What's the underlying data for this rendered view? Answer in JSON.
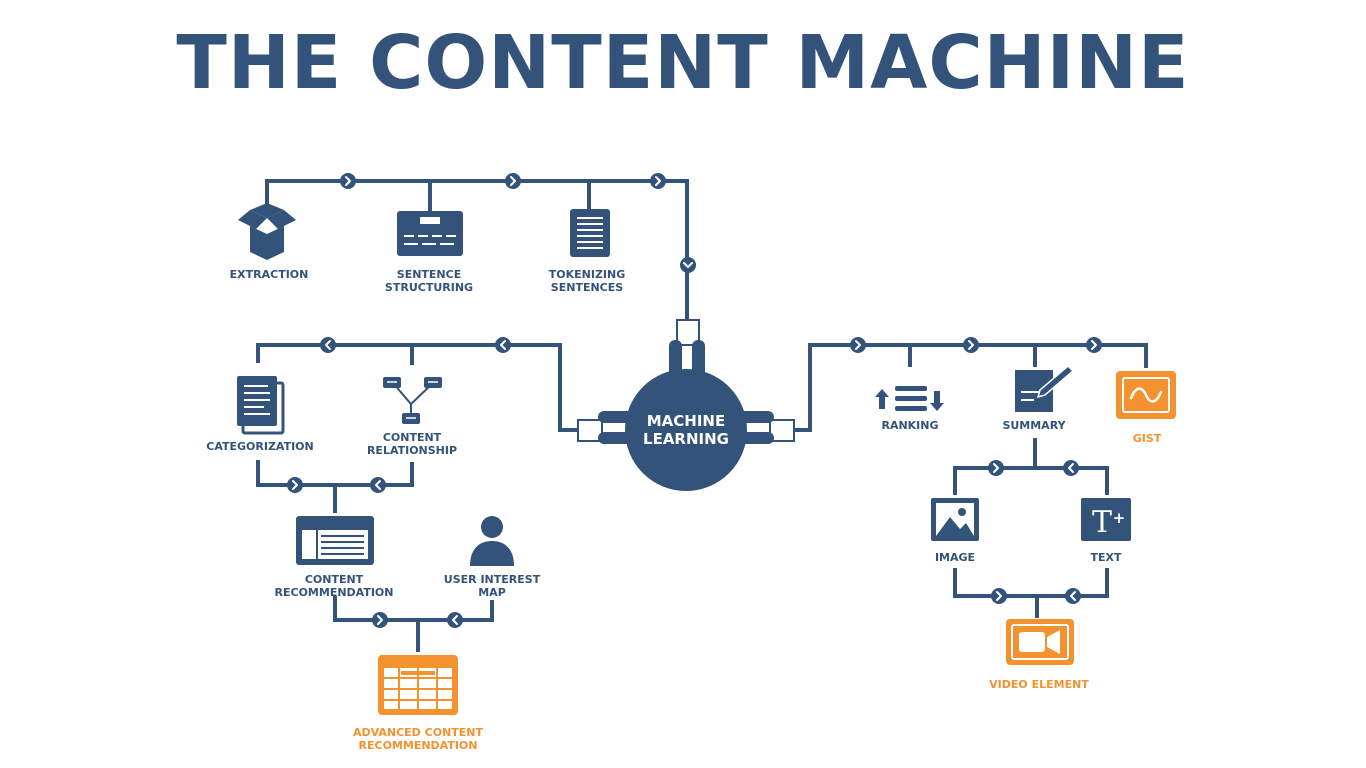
{
  "title": "THE CONTENT MACHINE",
  "colors": {
    "primary": "#34537a",
    "accent": "#f3922f",
    "background": "#ffffff"
  },
  "center": {
    "label": "MACHINE\nLEARNING"
  },
  "nodes": {
    "extraction": {
      "label": "EXTRACTION",
      "icon": "open-box-icon"
    },
    "sentence_structuring": {
      "label": "SENTENCE\nSTRUCTURING",
      "icon": "card-icon"
    },
    "tokenizing_sentences": {
      "label": "TOKENIZING\nSENTENCES",
      "icon": "document-lines-icon"
    },
    "categorization": {
      "label": "CATEGORIZATION",
      "icon": "documents-stack-icon"
    },
    "content_relationship": {
      "label": "CONTENT\nRELATIONSHIP",
      "icon": "tree-nodes-icon"
    },
    "content_recommendation": {
      "label": "CONTENT\nRECOMMENDATION",
      "icon": "browser-window-icon"
    },
    "user_interest_map": {
      "label": "USER  INTEREST\nMAP",
      "icon": "user-icon"
    },
    "advanced_content_recommendation": {
      "label": "ADVANCED  CONTENT\nRECOMMENDATION",
      "icon": "grid-window-icon",
      "highlight": true
    },
    "ranking": {
      "label": "RANKING",
      "icon": "sort-arrows-icon"
    },
    "summary": {
      "label": "SUMMARY",
      "icon": "edit-document-icon"
    },
    "gist": {
      "label": "GIST",
      "icon": "wave-icon",
      "highlight": true
    },
    "image": {
      "label": "IMAGE",
      "icon": "picture-icon"
    },
    "text": {
      "label": "TEXT",
      "icon": "text-add-icon"
    },
    "video_element": {
      "label": "VIDEO ELEMENT",
      "icon": "video-camera-icon",
      "highlight": true
    }
  }
}
